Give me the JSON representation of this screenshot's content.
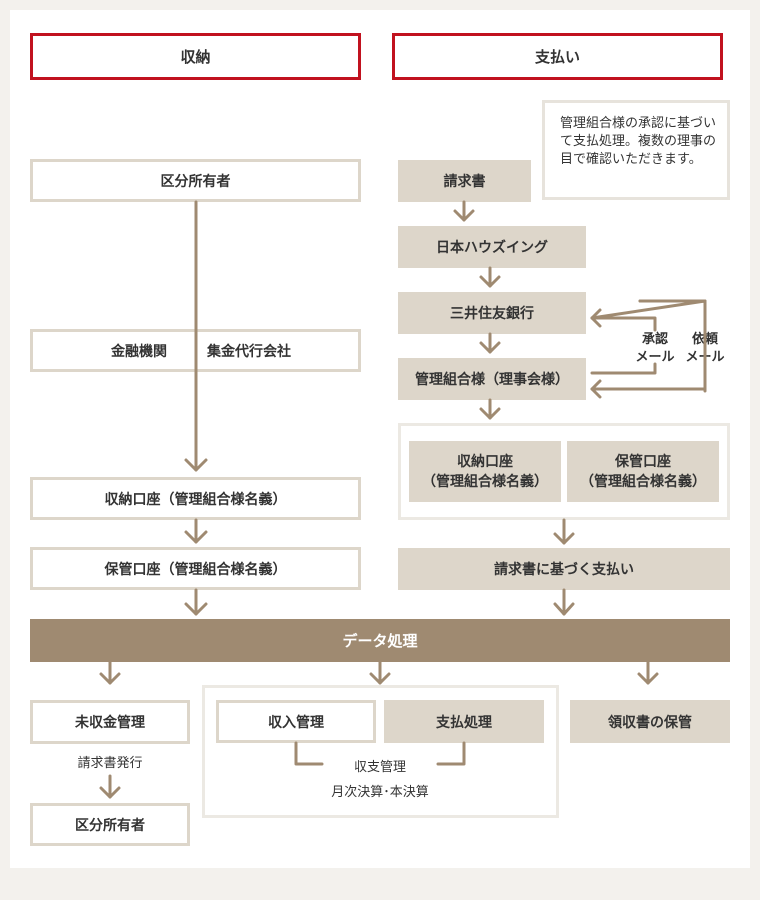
{
  "headers": {
    "left": "収納",
    "right": "支払い"
  },
  "note": "管理組合様の承認に基づいて支払処理。複数の理事の目で確認いただきます。",
  "left": {
    "owner": "区分所有者",
    "finance_a": "金融機関",
    "finance_b": "集金代行会社",
    "collection_account": "収納口座（管理組合様名義）",
    "custody_account": "保管口座（管理組合様名義）"
  },
  "right": {
    "invoice": "請求書",
    "company": "日本ハウズイング",
    "bank": "三井住友銀行",
    "association": "管理組合様（理事会様）",
    "collection_account": [
      "収納口座",
      "（管理組合様名義）"
    ],
    "custody_account": [
      "保管口座",
      "（管理組合様名義）"
    ],
    "payment": "請求書に基づく支払い",
    "approval_mail": [
      "承認",
      "メール"
    ],
    "request_mail": [
      "依頼",
      "メール"
    ]
  },
  "processing": "データ処理",
  "bottom": {
    "unpaid": "未収金管理",
    "invoice_issue": "請求書発行",
    "owner": "区分所有者",
    "income": "収入管理",
    "payment": "支払処理",
    "balance": "収支管理",
    "settlement": "月次決算･本決算",
    "receipt": "領収書の保管"
  },
  "colors": {
    "accent": "#c1121f",
    "tan": "#ddd6ca",
    "band": "#9f8a71",
    "arrow": "#9f8a71"
  }
}
